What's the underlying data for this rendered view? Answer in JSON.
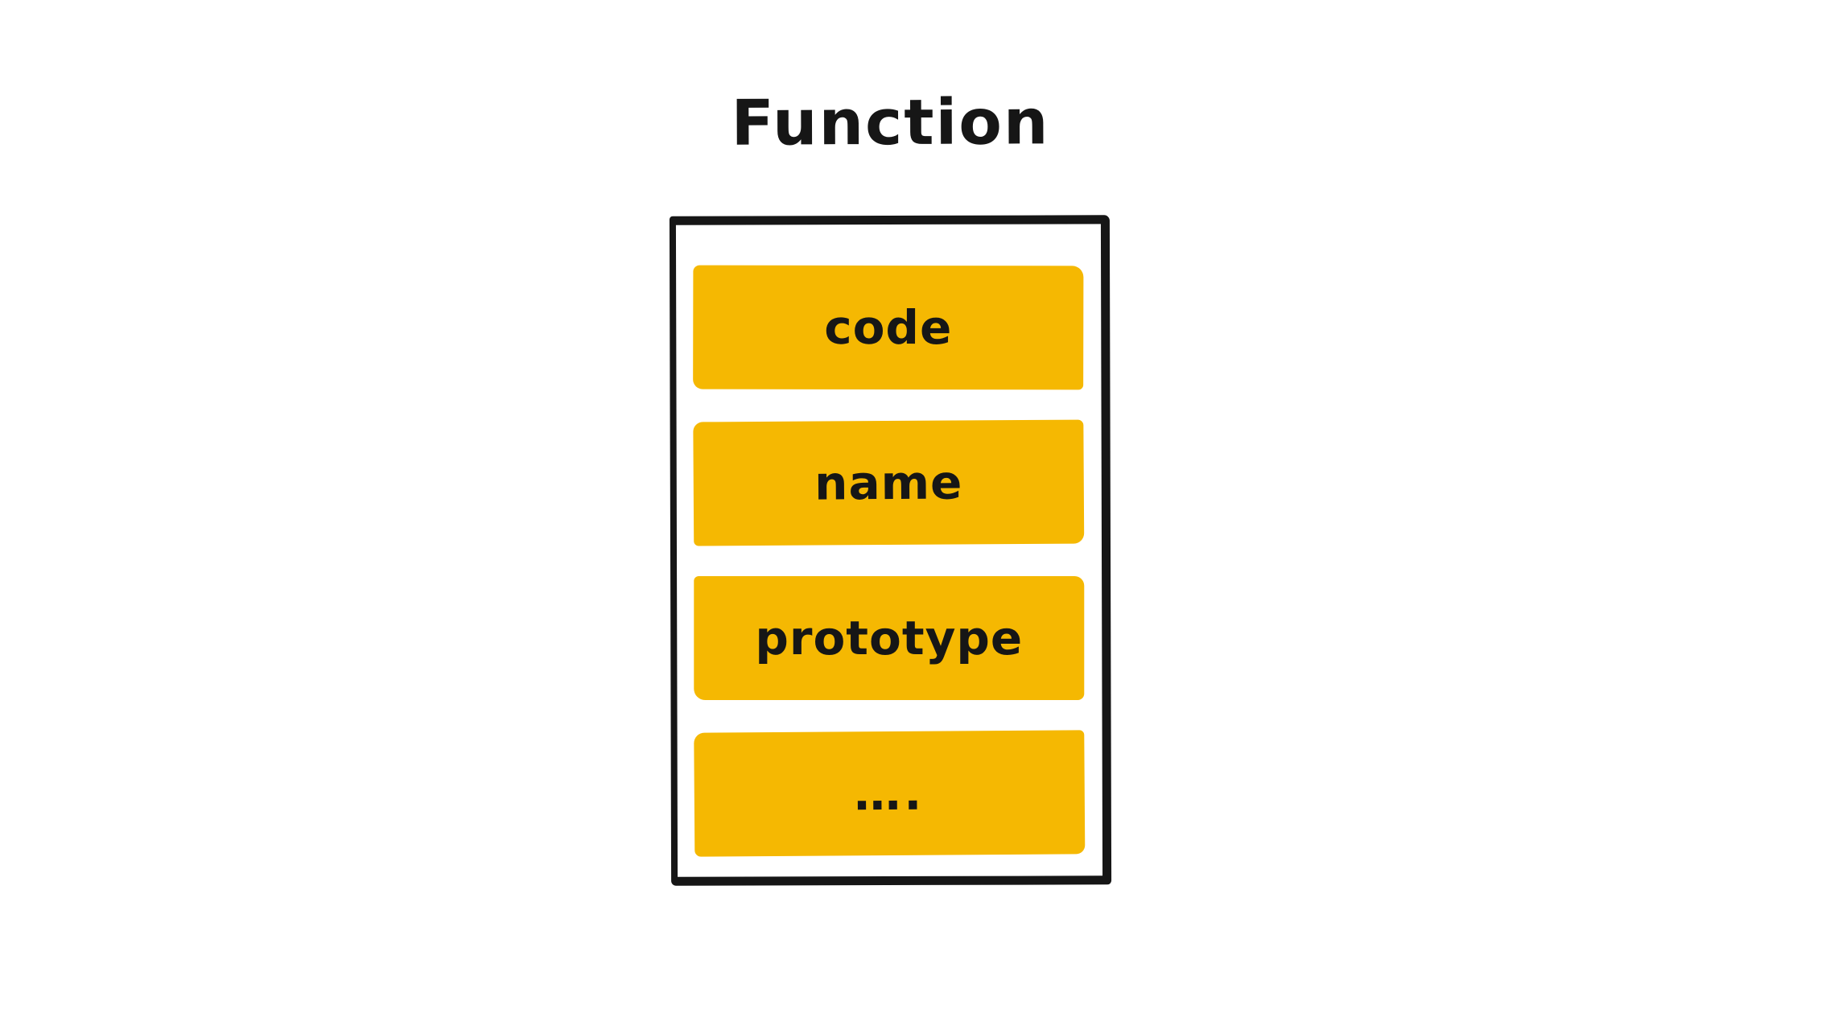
{
  "title": "Function",
  "box": {
    "rows": [
      {
        "label": "code"
      },
      {
        "label": "name"
      },
      {
        "label": "prototype"
      },
      {
        "label": "…."
      }
    ]
  },
  "colors": {
    "background": "#ffffff",
    "row_fill": "#f5b802",
    "outline": "#161616",
    "text": "#161616"
  }
}
